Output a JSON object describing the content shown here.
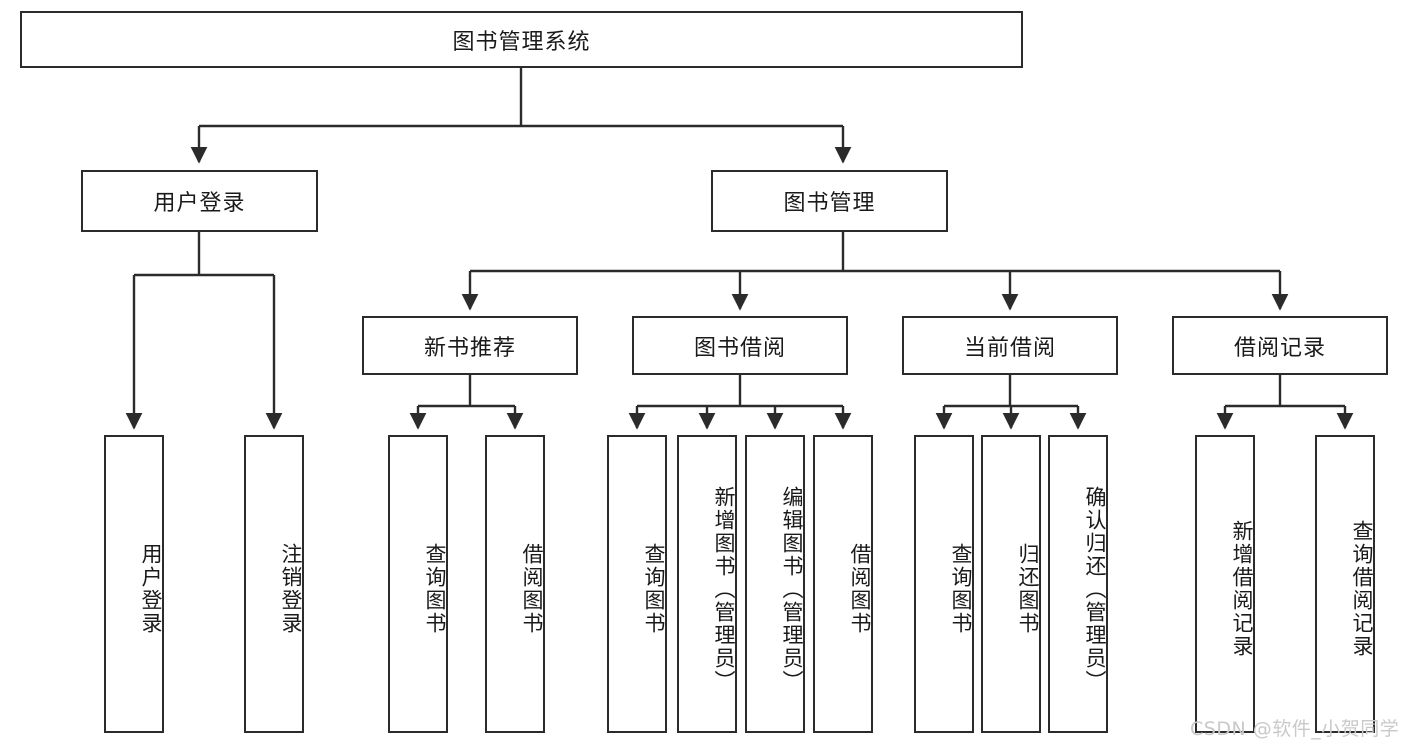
{
  "diagram": {
    "title": "图书管理系统",
    "type": "功能结构图",
    "watermark": "CSDN @软件_小贺同学",
    "colors": {
      "stroke": "#2b2b2b",
      "fill": "#ffffff",
      "text": "#1a1a1a",
      "watermark": "#c9c9c9"
    },
    "root": {
      "label": "图书管理系统"
    },
    "level2": [
      {
        "label": "用户登录"
      },
      {
        "label": "图书管理"
      }
    ],
    "level3": [
      {
        "label": "新书推荐"
      },
      {
        "label": "图书借阅"
      },
      {
        "label": "当前借阅"
      },
      {
        "label": "借阅记录"
      }
    ],
    "leaves": {
      "user_login": [
        {
          "label": "用户登录"
        },
        {
          "label": "注销登录"
        }
      ],
      "new_book_recommend": [
        {
          "label": "查询图书"
        },
        {
          "label": "借阅图书"
        }
      ],
      "book_borrow": [
        {
          "label": "查询图书"
        },
        {
          "label": "新增图书（管理员）"
        },
        {
          "label": "编辑图书（管理员）"
        },
        {
          "label": "借阅图书"
        }
      ],
      "current_borrow": [
        {
          "label": "查询图书"
        },
        {
          "label": "归还图书"
        },
        {
          "label": "确认归还（管理员）"
        }
      ],
      "borrow_record": [
        {
          "label": "新增借阅记录"
        },
        {
          "label": "查询借阅记录"
        }
      ]
    }
  }
}
